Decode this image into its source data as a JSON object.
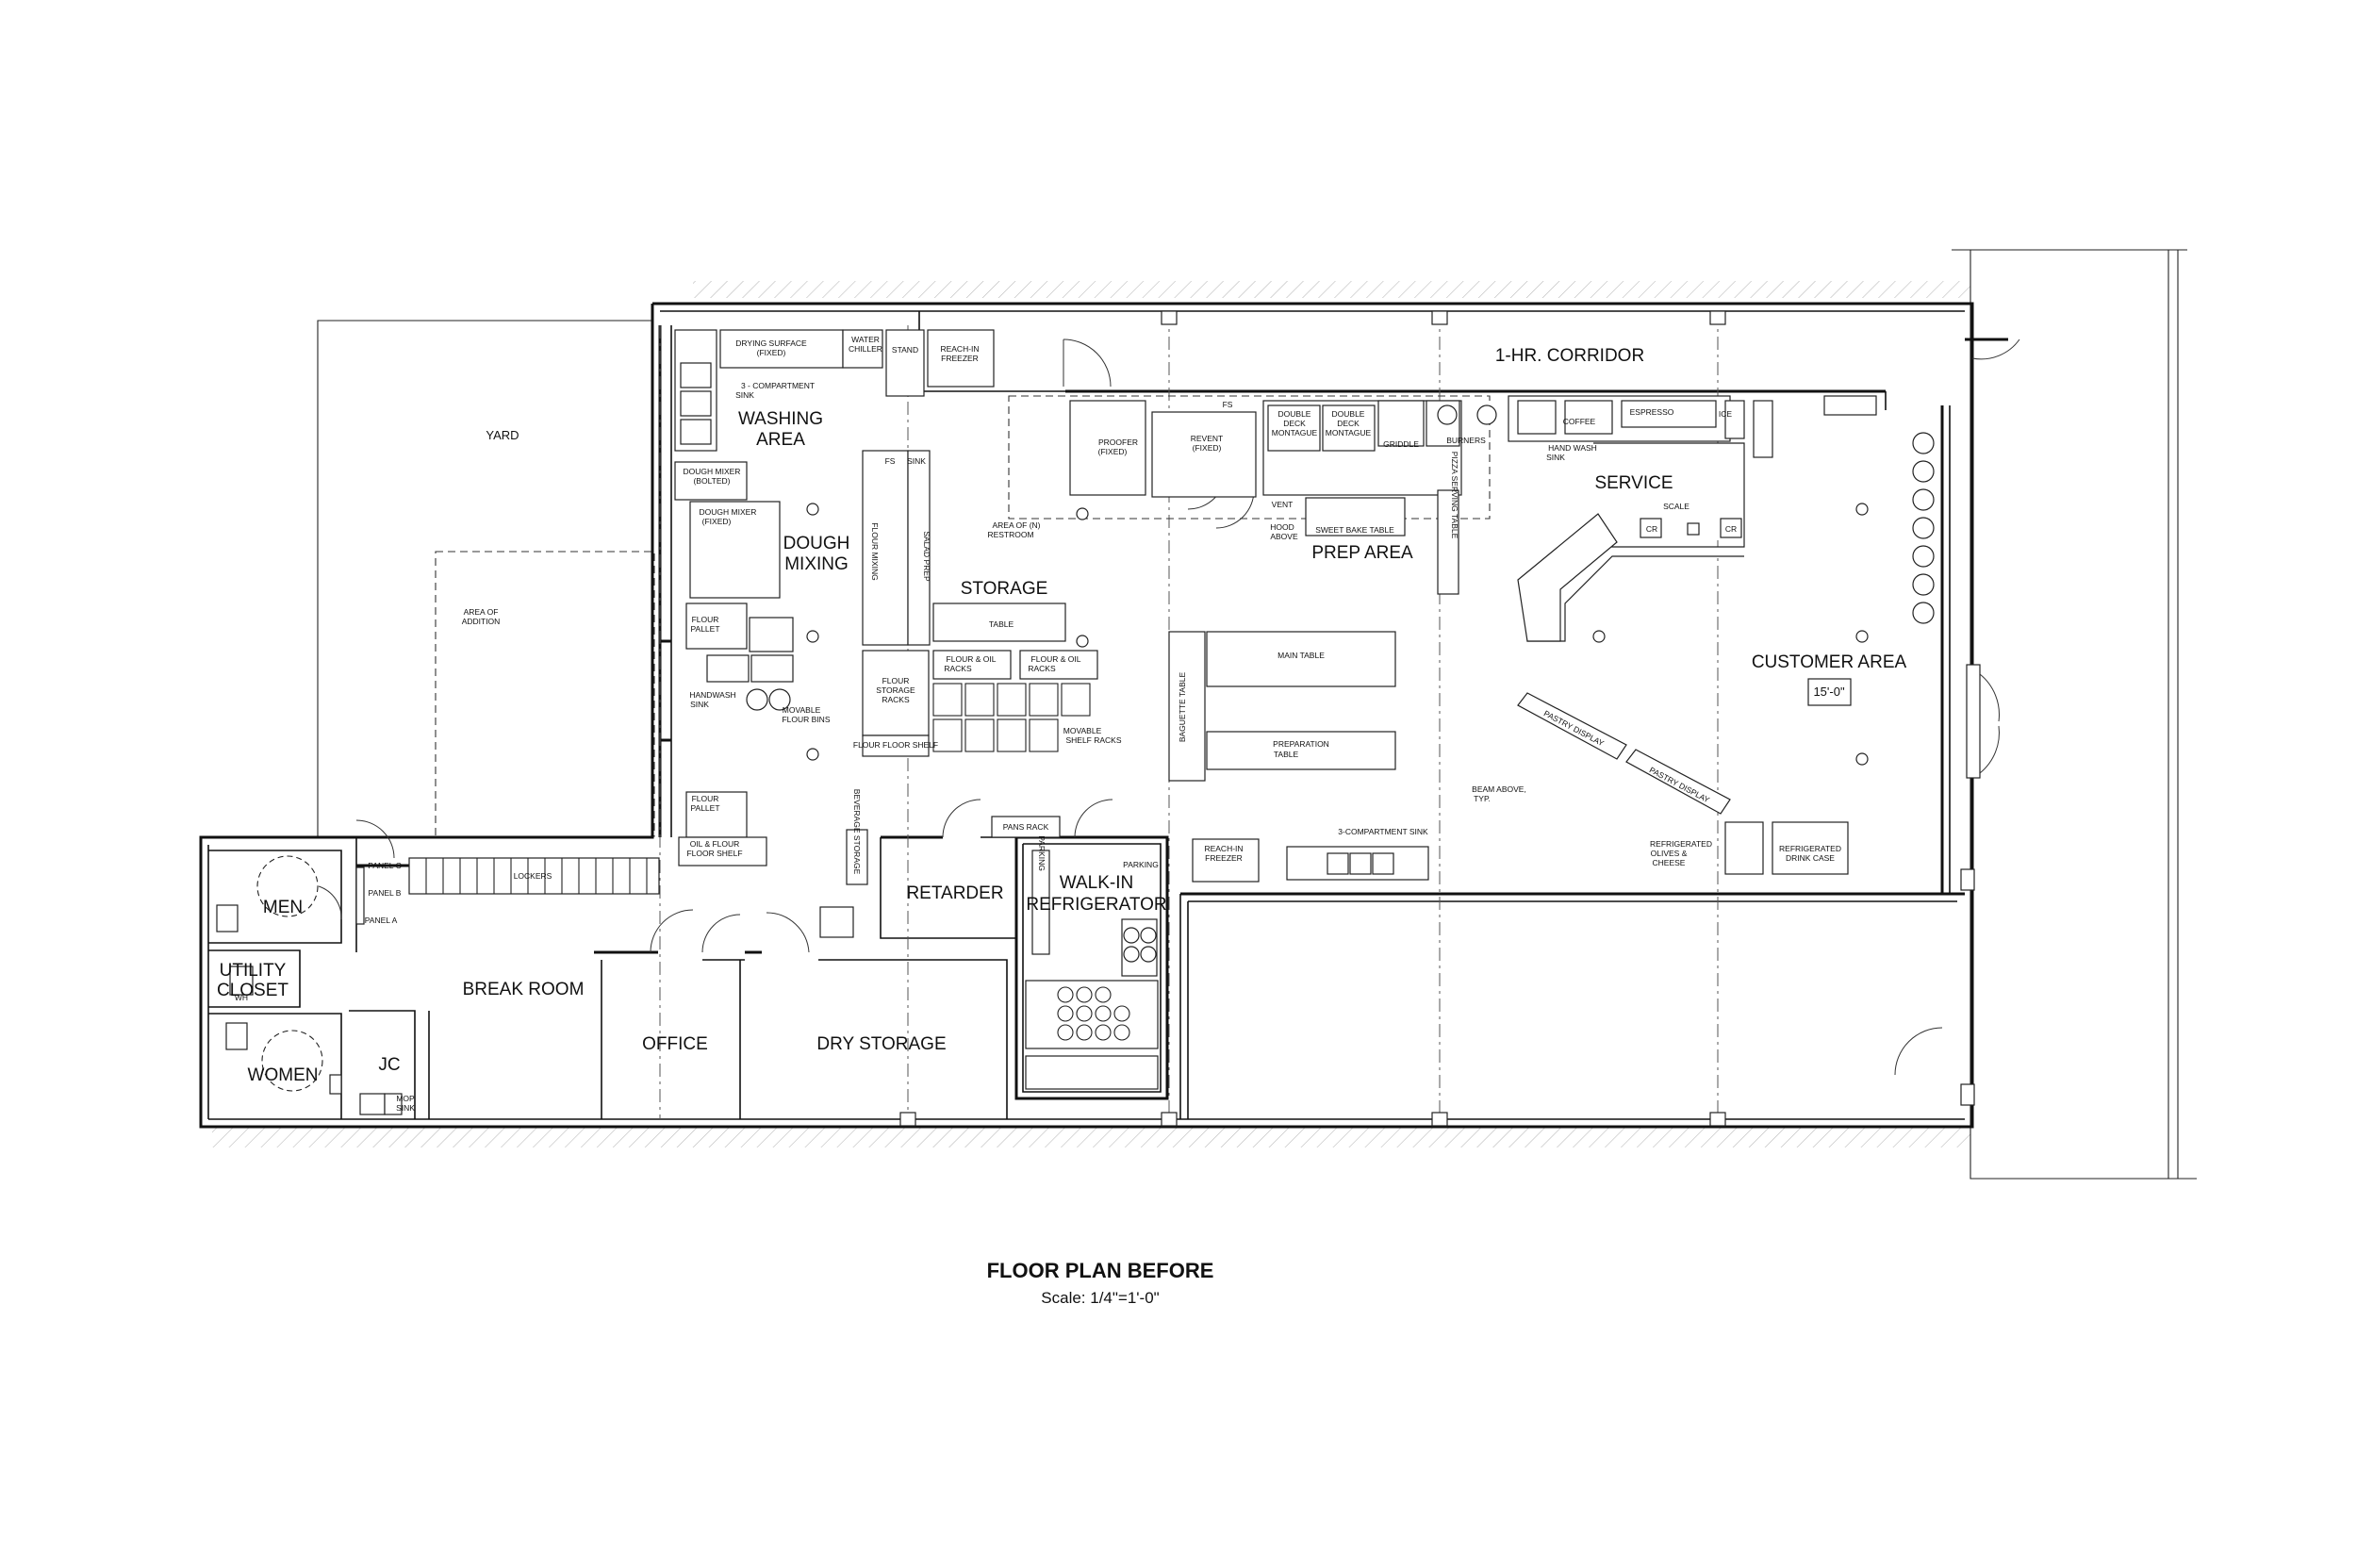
{
  "title": "FLOOR PLAN BEFORE",
  "scale": "Scale: 1/4\"=1'-0\"",
  "rooms": {
    "yard": "YARD",
    "washing_area": [
      "WASHING",
      "AREA"
    ],
    "dough_mixing": [
      "DOUGH",
      "MIXING"
    ],
    "storage": "STORAGE",
    "corridor": "1-HR. CORRIDOR",
    "prep_area": "PREP AREA",
    "service": "SERVICE",
    "customer_area": "CUSTOMER AREA",
    "men": "MEN",
    "utility_closet": [
      "UTILITY",
      "CLOSET"
    ],
    "women": "WOMEN",
    "jc": "JC",
    "break_room": "BREAK ROOM",
    "office": "OFFICE",
    "dry_storage": "DRY STORAGE",
    "retarder": "RETARDER",
    "walk_in": [
      "WALK-IN",
      "REFRIGERATOR"
    ]
  },
  "labels": {
    "drying_surface": [
      "DRYING SURFACE",
      "(FIXED)"
    ],
    "water_chiller": [
      "WATER",
      "CHILLER"
    ],
    "stand": "STAND",
    "reach_in_freezer_top": [
      "REACH-IN",
      "FREEZER"
    ],
    "three_comp_sink_top": [
      "3 - COMPARTMENT",
      "SINK"
    ],
    "dough_mixer_bolted": [
      "DOUGH MIXER",
      "(BOLTED)"
    ],
    "dough_mixer_fixed": [
      "DOUGH MIXER",
      "(FIXED)"
    ],
    "flour_pallet_1": [
      "FLOUR",
      "PALLET"
    ],
    "flour_pallet_2": [
      "FLOUR",
      "PALLET"
    ],
    "handwash_sink": [
      "HANDWASH",
      "SINK"
    ],
    "movable_flour_bins": [
      "MOVABLE",
      "FLOUR BINS"
    ],
    "oil_flour_shelf": [
      "OIL & FLOUR",
      "FLOOR SHELF"
    ],
    "area_of_addition": [
      "AREA OF",
      "ADDITION"
    ],
    "lockers": "LOCKERS",
    "panel_c": "PANEL C",
    "panel_b": "PANEL B",
    "panel_a": "PANEL A",
    "wh": "WH",
    "mop_sink": [
      "MOP",
      "SINK"
    ],
    "fs_sink_fs": "FS",
    "fs_sink_sink": "SINK",
    "flour_mixing": "FLOUR MIXING",
    "salad_prep": "SALAD PREP",
    "table": "TABLE",
    "flour_oil_racks_1": [
      "FLOUR & OIL",
      "RACKS"
    ],
    "flour_oil_racks_2": [
      "FLOUR & OIL",
      "RACKS"
    ],
    "flour_storage_racks": [
      "FLOUR",
      "STORAGE",
      "RACKS"
    ],
    "flour_floor_shelf": "FLOUR FLOOR SHELF",
    "movable_shelf_racks": [
      "MOVABLE",
      "SHELF RACKS"
    ],
    "beverage_storage": "BEVERAGE STORAGE",
    "pans_rack": "PANS RACK",
    "parking_1": "PARKING",
    "parking_2": "PARKING",
    "proofer": [
      "PROOFER",
      "(FIXED)"
    ],
    "area_restroom": [
      "AREA OF (N)",
      "RESTROOM"
    ],
    "revent": [
      "REVENT",
      "(FIXED)"
    ],
    "fs_prep": "FS",
    "vent": "VENT",
    "hood_above": [
      "HOOD",
      "ABOVE"
    ],
    "double_deck_1": [
      "DOUBLE",
      "DECK",
      "MONTAGUE"
    ],
    "double_deck_2": [
      "DOUBLE",
      "DECK",
      "MONTAGUE"
    ],
    "griddle": "GRIDDLE",
    "burners": "BURNERS",
    "coffee": "COFFEE",
    "hand_wash_sink": [
      "HAND WASH",
      "SINK"
    ],
    "espresso": "ESPRESSO",
    "ice": "ICE",
    "sweet_bake_table": "SWEET BAKE TABLE",
    "pizza_serving_table": "PIZZA SERVING TABLE",
    "main_table": "MAIN TABLE",
    "baguette_table": "BAGUETTE TABLE",
    "preparation_table": [
      "PREPARATION",
      "TABLE"
    ],
    "beam_above": [
      "BEAM ABOVE,",
      "TYP."
    ],
    "reach_in_freezer_bottom": [
      "REACH-IN",
      "FREEZER"
    ],
    "three_comp_sink_bottom": "3-COMPARTMENT SINK",
    "scale_label": "SCALE",
    "cr_1": "CR",
    "cr_2": "CR",
    "pastry_display_1": "PASTRY DISPLAY",
    "pastry_display_2": "PASTRY DISPLAY",
    "refrigerated_olives": [
      "REFRIGERATED",
      "OLIVES &",
      "CHEESE"
    ],
    "refrigerated_drink": [
      "REFRIGERATED",
      "DRINK CASE"
    ],
    "dimension": "15'-0\""
  }
}
